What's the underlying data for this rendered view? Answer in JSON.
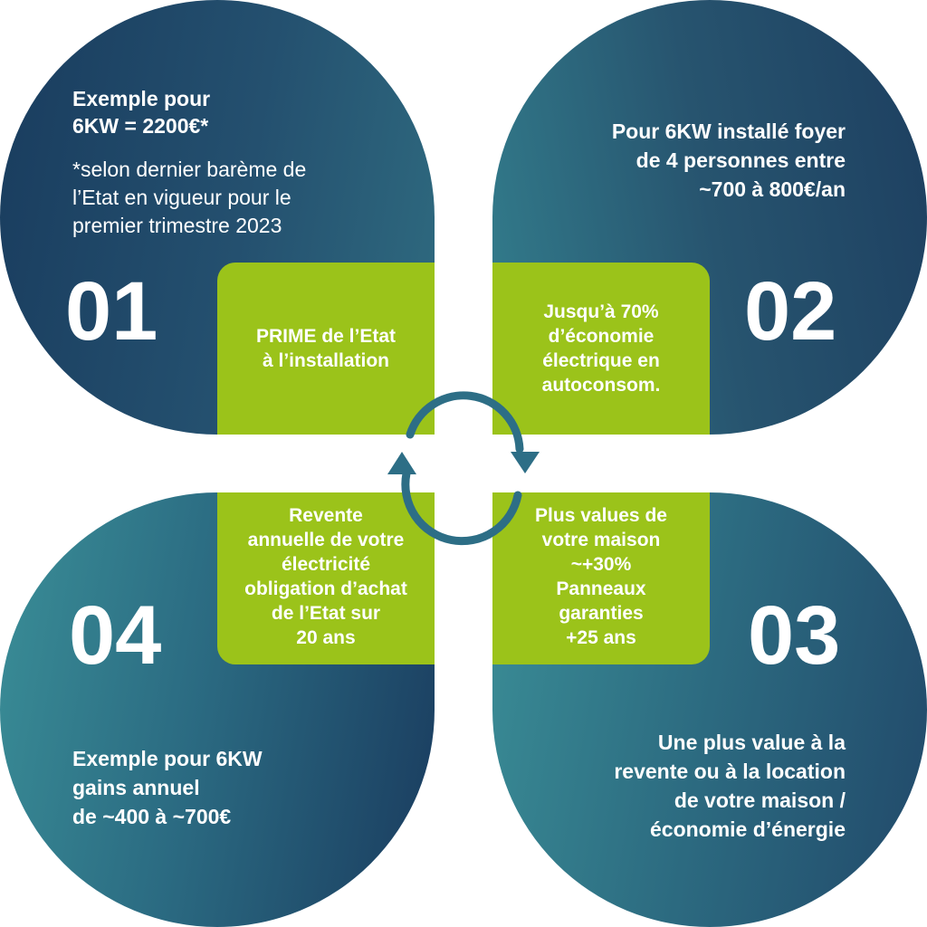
{
  "colors": {
    "accent_green": "#9bc31a",
    "petal_dark": "#193c5e",
    "petal_teal": "#3a8e97",
    "arrow": "#2d6e86"
  },
  "quadrants": [
    {
      "number": "01",
      "detail_heading": "Exemple pour\n6KW = 2200€*",
      "detail_note": "*selon dernier barème de\nl’Etat en vigueur pour le\npremier trimestre 2023",
      "center_label": "PRIME de l’Etat\nà l’installation"
    },
    {
      "number": "02",
      "detail_heading": "Pour 6KW installé foyer\nde 4 personnes entre\n~700 à 800€/an",
      "center_label": "Jusqu’à 70%\nd’économie\nélectrique en\nautoconsom."
    },
    {
      "number": "03",
      "detail_heading": "Une plus value à la\nrevente ou à la location\nde votre maison /\néconomie d’énergie",
      "center_label": "Plus values de\nvotre maison\n~+30%\nPanneaux\ngaranties\n+25 ans"
    },
    {
      "number": "04",
      "detail_heading": "Exemple pour 6KW\ngains annuel\nde ~400 à ~700€",
      "center_label": "Revente\nannuelle de votre\nélectricité\nobligation d’achat\nde l’Etat sur\n20 ans"
    }
  ],
  "center_icon": "cycle-arrows-icon"
}
